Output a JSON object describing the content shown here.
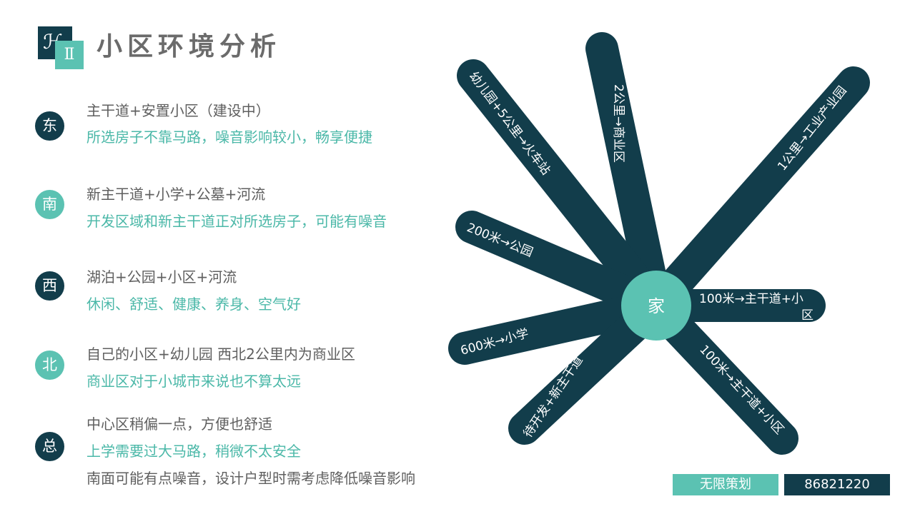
{
  "header": {
    "logo_mark": "ℋ",
    "section_numeral": "Ⅱ",
    "title": "小区环境分析"
  },
  "directions": [
    {
      "badge": "东",
      "line1": "主干道+安置小区（建设中）",
      "line2": "所选房子不靠马路，噪音影响较小，畅享便捷"
    },
    {
      "badge": "南",
      "line1": "新主干道+小学+公墓+河流",
      "line2": "开发区域和新主干道正对所选房子，可能有噪音"
    },
    {
      "badge": "西",
      "line1": "湖泊+公园+小区+河流",
      "line2": "休闲、舒适、健康、养身、空气好"
    },
    {
      "badge": "北",
      "line1": "自己的小区+幼儿园 西北2公里内为商业区",
      "line2": "商业区对于小城市来说也不算太远"
    },
    {
      "badge": "总",
      "line1": "中心区稍偏一点，方便也舒适",
      "line2": "上学需要过大马路，稍微不太安全",
      "line3": "南面可能有点噪音，设计户型时需考虑降低噪音影响"
    }
  ],
  "diagram": {
    "center_label": "家",
    "spokes": [
      {
        "label": "2公里→商业区"
      },
      {
        "label": "幼儿园+5公里→火车站"
      },
      {
        "label": "1公里→工业产业园"
      },
      {
        "label": "200米→公园"
      },
      {
        "label_line1": "100米→主干道+小",
        "label_line2": "区"
      },
      {
        "label": "600米→小学"
      },
      {
        "label": "待开发+新主干道"
      },
      {
        "label": "100米→主干道+小区"
      }
    ]
  },
  "footer": {
    "brand": "无限策划",
    "phone": "86821220"
  },
  "colors": {
    "dark": "#123d4b",
    "teal": "#5bc2b2",
    "teal_text": "#4bb8a8",
    "gray_text": "#5f5f5f"
  }
}
